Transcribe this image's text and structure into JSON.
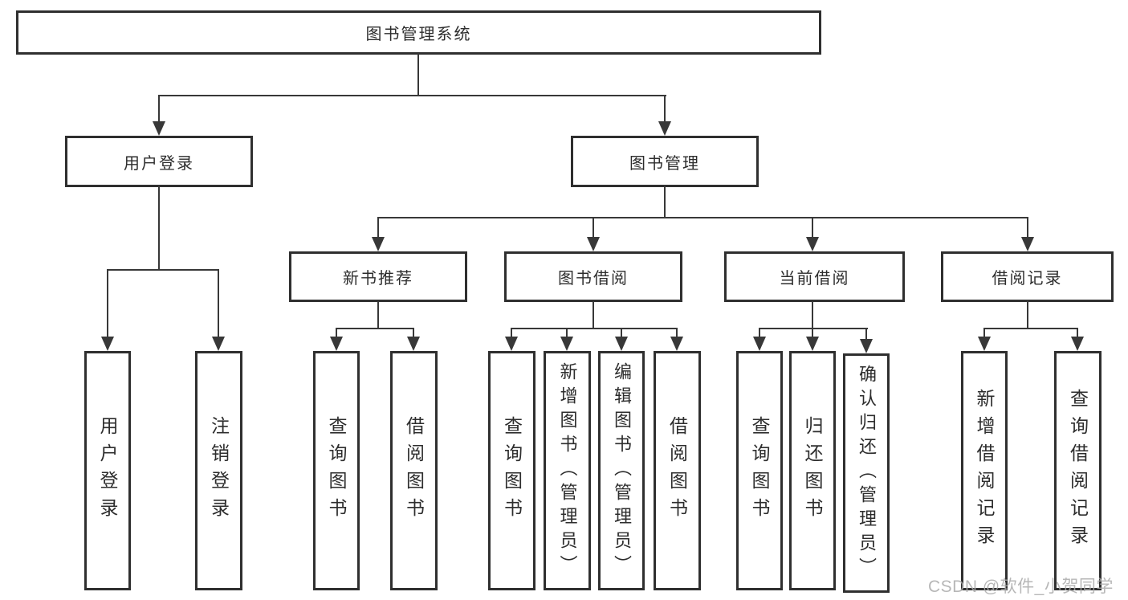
{
  "diagram": {
    "type": "hierarchy-tree",
    "root": {
      "label": "图书管理系统"
    },
    "level2": [
      {
        "id": "user-login",
        "label": "用户登录"
      },
      {
        "id": "book-management",
        "label": "图书管理"
      }
    ],
    "level3": [
      {
        "id": "new-book-recommend",
        "label": "新书推荐",
        "parent": "图书管理"
      },
      {
        "id": "book-borrow",
        "label": "图书借阅",
        "parent": "图书管理"
      },
      {
        "id": "current-borrow",
        "label": "当前借阅",
        "parent": "图书管理"
      },
      {
        "id": "borrow-records",
        "label": "借阅记录",
        "parent": "图书管理"
      }
    ],
    "leaves": {
      "user_login": [
        "用户登录",
        "注销登录"
      ],
      "new_book_recommend": [
        "查询图书",
        "借阅图书"
      ],
      "book_borrow": [
        "查询图书",
        "新增图书（管理员）",
        "编辑图书（管理员）",
        "借阅图书"
      ],
      "current_borrow": [
        "查询图书",
        "归还图书",
        "确认归还（管理员）"
      ],
      "borrow_records": [
        "新增借阅记录",
        "查询借阅记录"
      ]
    }
  },
  "colors": {
    "line": "#383838",
    "border": "#2f2f2f",
    "text": "#2d2d2d",
    "background": "#ffffff",
    "watermark": "#ababab"
  },
  "watermark": {
    "text": "CSDN @软件_小贺同学"
  }
}
